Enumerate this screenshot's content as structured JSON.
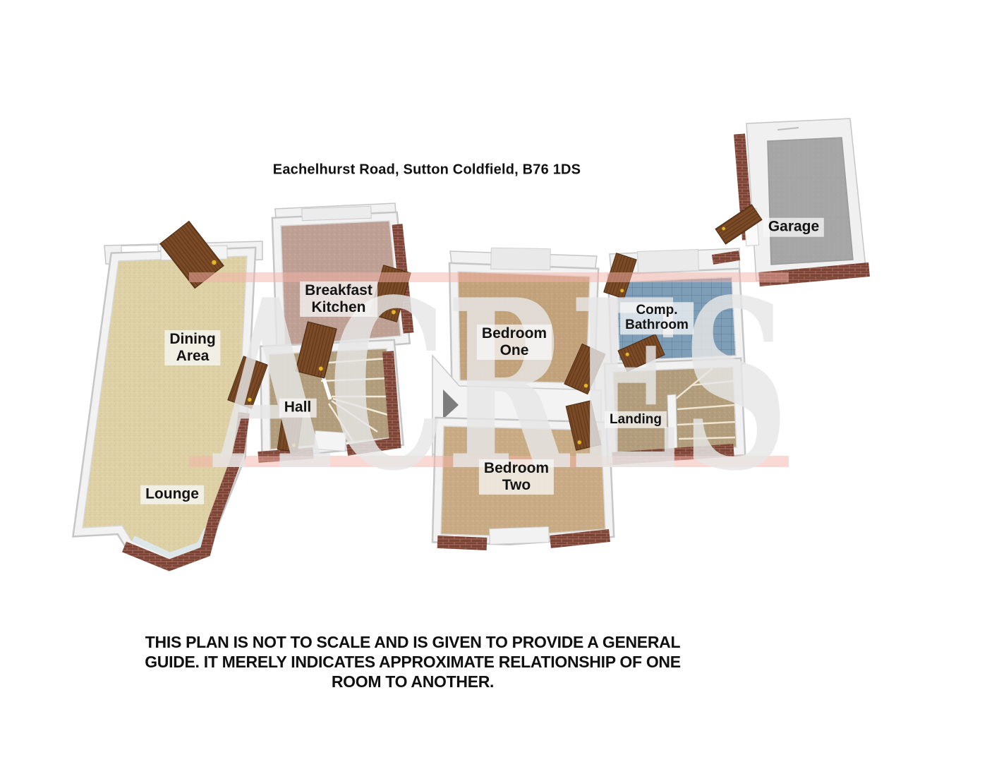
{
  "address": "Eachelhurst Road, Sutton Coldfield, B76 1DS",
  "watermark": {
    "text": "ACRES"
  },
  "rooms": {
    "dining_area": {
      "lines": [
        "Dining",
        "Area"
      ]
    },
    "lounge": {
      "lines": [
        "Lounge"
      ]
    },
    "breakfast_kitchen": {
      "lines": [
        "Breakfast",
        "Kitchen"
      ]
    },
    "hall": {
      "lines": [
        "Hall"
      ]
    },
    "bedroom_one": {
      "lines": [
        "Bedroom",
        "One"
      ]
    },
    "bedroom_two": {
      "lines": [
        "Bedroom",
        "Two"
      ]
    },
    "comp_bathroom": {
      "lines": [
        "Comp.",
        "Bathroom"
      ]
    },
    "landing": {
      "lines": [
        "Landing"
      ]
    },
    "garage": {
      "lines": [
        "Garage"
      ]
    }
  },
  "disclaimer": {
    "lines": [
      "THIS PLAN IS NOT TO SCALE AND IS GIVEN TO PROVIDE A GENERAL",
      "GUIDE. IT MERELY INDICATES APPROXIMATE RELATIONSHIP OF ONE",
      "ROOM TO ANOTHER."
    ]
  },
  "colors": {
    "wall": "#f2f2f2",
    "wall_edge": "#c6c6c6",
    "carpet_lounge": "#ddd1a5",
    "carpet_kitchen": "#bfa095",
    "carpet_bedroom_one": "#c2a37c",
    "carpet_bedroom_two": "#c9ac85",
    "carpet_hall": "#b29d7c",
    "carpet_landing": "#b29d7c",
    "tile_bathroom": "#7e9db7",
    "floor_garage": "#a6a6a6",
    "brick": "#7c4335",
    "door_wood": "#7b4a27",
    "watermark_band": "#f6b2a8",
    "watermark_text": "#e7e7e7"
  }
}
